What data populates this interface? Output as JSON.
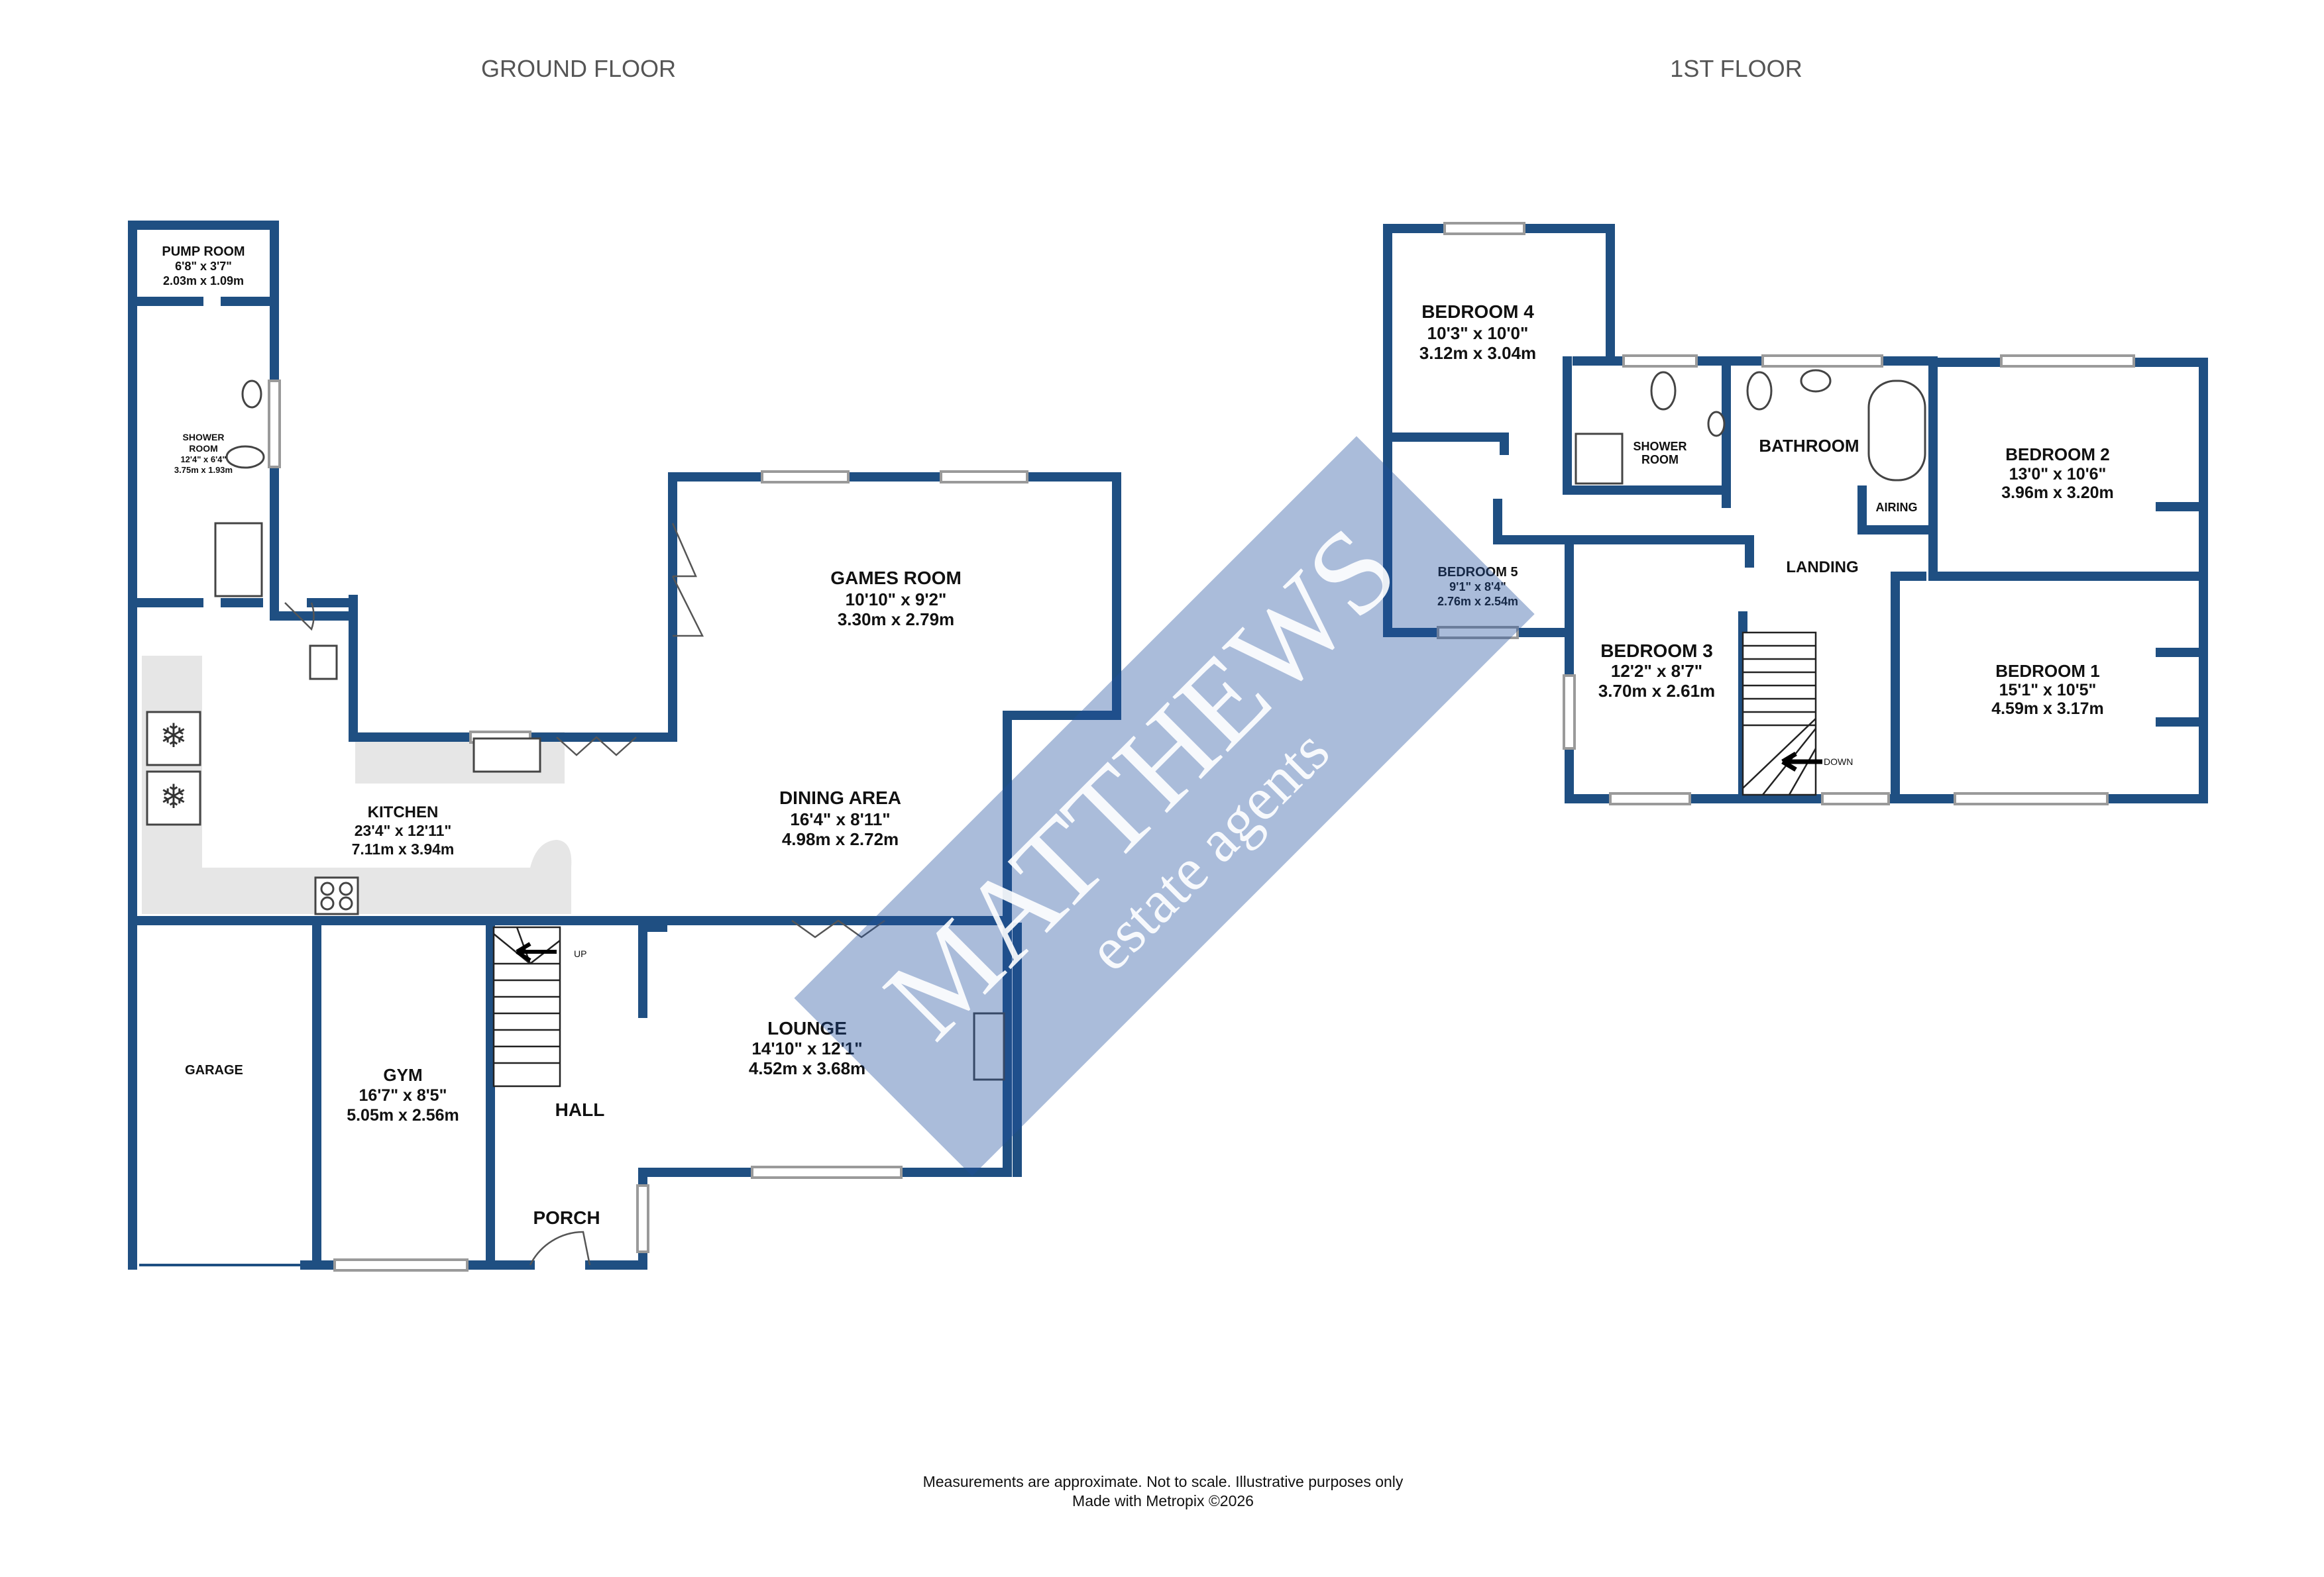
{
  "floors": {
    "ground": {
      "title": "GROUND FLOOR"
    },
    "first": {
      "title": "1ST FLOOR"
    }
  },
  "rooms": {
    "pump_room": {
      "name": "PUMP ROOM",
      "dim_imperial": "6'8\"  x 3'7\"",
      "dim_metric": "2.03m  x 1.09m"
    },
    "shower_room_ground": {
      "name": "SHOWER",
      "name2": "ROOM",
      "dim_imperial": "12'4\"  x 6'4\"",
      "dim_metric": "3.75m  x 1.93m"
    },
    "games_room": {
      "name": "GAMES ROOM",
      "dim_imperial": "10'10\"  x 9'2\"",
      "dim_metric": "3.30m  x 2.79m"
    },
    "kitchen": {
      "name": "KITCHEN",
      "dim_imperial": "23'4\"  x 12'11\"",
      "dim_metric": "7.11m  x 3.94m"
    },
    "dining_area": {
      "name": "DINING AREA",
      "dim_imperial": "16'4\"  x 8'11\"",
      "dim_metric": "4.98m  x 2.72m"
    },
    "garage": {
      "name": "GARAGE"
    },
    "gym": {
      "name": "GYM",
      "dim_imperial": "16'7\"  x 8'5\"",
      "dim_metric": "5.05m  x 2.56m"
    },
    "hall": {
      "name": "HALL"
    },
    "lounge": {
      "name": "LOUNGE",
      "dim_imperial": "14'10\"  x 12'1\"",
      "dim_metric": "4.52m  x 3.68m"
    },
    "porch": {
      "name": "PORCH"
    },
    "bedroom_4": {
      "name": "BEDROOM 4",
      "dim_imperial": "10'3\"  x 10'0\"",
      "dim_metric": "3.12m  x 3.04m"
    },
    "shower_room_first": {
      "name": "SHOWER",
      "name2": "ROOM"
    },
    "bathroom": {
      "name": "BATHROOM"
    },
    "bedroom_2": {
      "name": "BEDROOM 2",
      "dim_imperial": "13'0\"  x 10'6\"",
      "dim_metric": "3.96m  x 3.20m"
    },
    "airing": {
      "name": "AIRING"
    },
    "bedroom_5": {
      "name": "BEDROOM 5",
      "dim_imperial": "9'1\"  x 8'4\"",
      "dim_metric": "2.76m  x 2.54m"
    },
    "landing": {
      "name": "LANDING"
    },
    "bedroom_3": {
      "name": "BEDROOM 3",
      "dim_imperial": "12'2\"  x 8'7\"",
      "dim_metric": "3.70m  x 2.61m"
    },
    "bedroom_1": {
      "name": "BEDROOM 1",
      "dim_imperial": "15'1\"  x 10'5\"",
      "dim_metric": "4.59m  x 3.17m"
    }
  },
  "stairs": {
    "up_label": "UP",
    "down_label": "DOWN"
  },
  "watermark": {
    "brand": "MATTHEWS",
    "tagline": "estate agents",
    "color": "#1f4f9e"
  },
  "footer": {
    "line1": "Measurements are approximate.  Not to scale.  Illustrative purposes only",
    "line2": "Made with Metropix ©2026"
  },
  "colors": {
    "wall": "#1f4f82",
    "counter": "#e6e6e6"
  }
}
